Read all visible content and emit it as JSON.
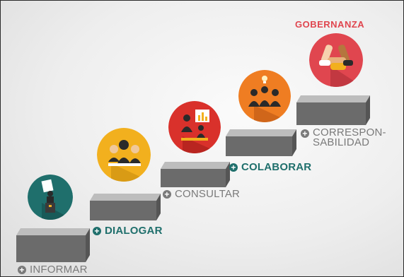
{
  "steps": [
    {
      "label": "INFORMAR",
      "style": "gray",
      "icon": "speaker-at-podium-icon",
      "color": "#1f6f6c"
    },
    {
      "label": "DIALOGAR",
      "style": "teal",
      "icon": "group-conversation-icon",
      "color": "#f2b01e"
    },
    {
      "label": "CONSULTAR",
      "style": "gray",
      "icon": "presentation-meeting-icon",
      "color": "#d9312b"
    },
    {
      "label": "COLABORAR",
      "style": "teal",
      "icon": "team-idea-icon",
      "color": "#ef7d22"
    },
    {
      "label_line1": "CORRESPON-",
      "label_line2": "SABILIDAD",
      "style": "gray",
      "icon": "joined-hands-icon",
      "color": "#e0464f"
    }
  ],
  "goal": {
    "label": "GOBERNANZA"
  },
  "plus_symbol": "+"
}
